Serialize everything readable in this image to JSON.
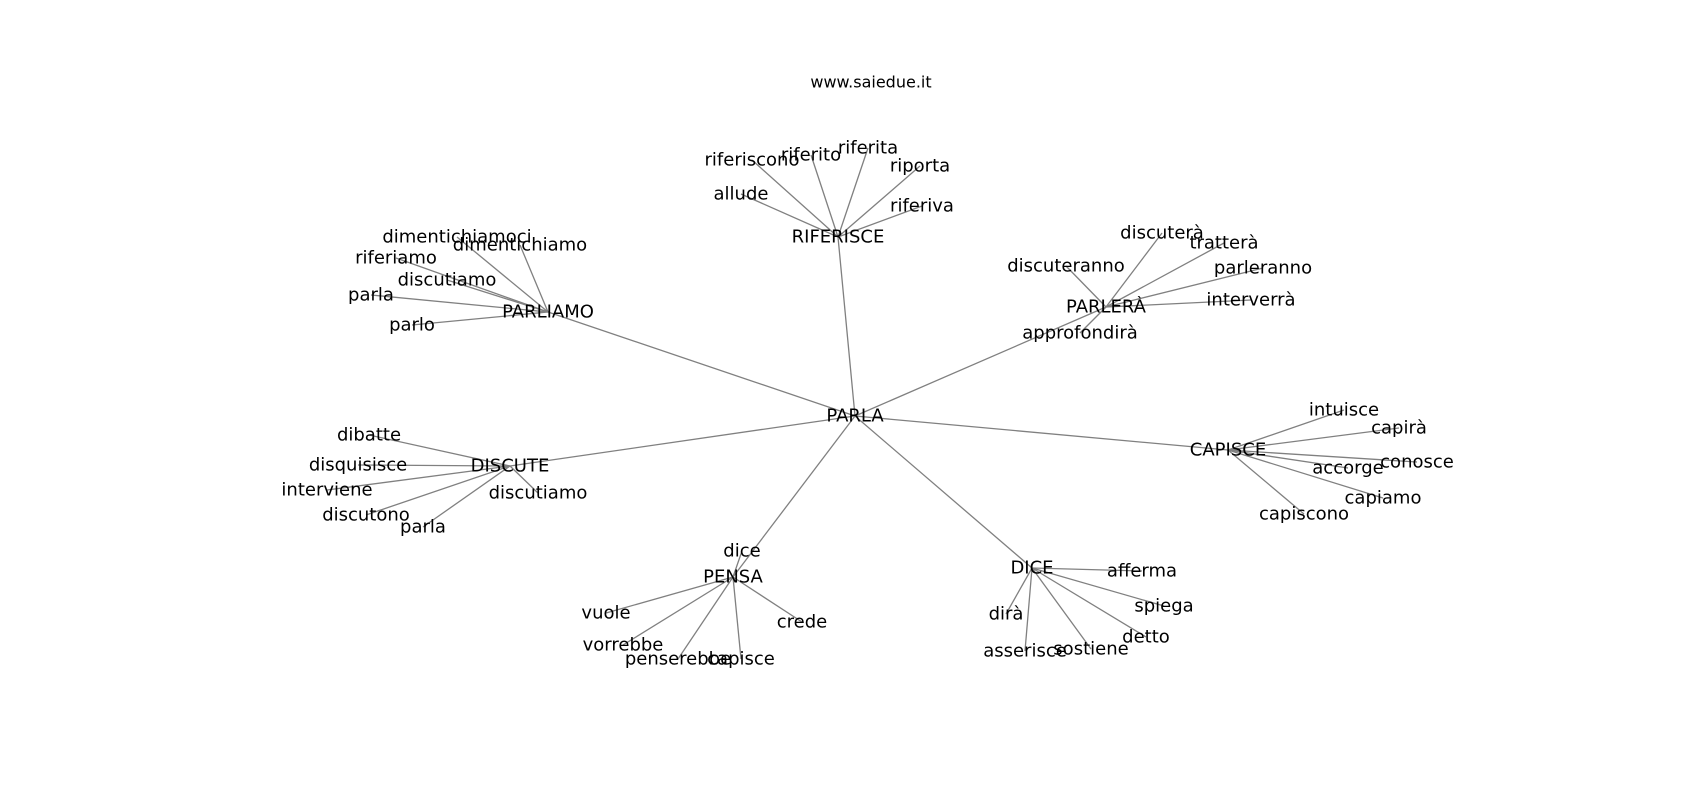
{
  "header": {
    "site_label": "www.saiedue.it"
  },
  "graph": {
    "edge_color": "#808080",
    "center": "PARLA",
    "clusters": [
      {
        "label": "PARLIAMO",
        "words": [
          "dimentichiamoci",
          "dimentichiamo",
          "riferiamo",
          "discutiamo",
          "parla",
          "parlo"
        ]
      },
      {
        "label": "RIFERISCE",
        "words": [
          "riferiscono",
          "riferito",
          "riferita",
          "riporta",
          "allude",
          "riferiva"
        ]
      },
      {
        "label": "PARLERÀ",
        "words": [
          "discuterà",
          "tratterà",
          "discuteranno",
          "parleranno",
          "interverrà",
          "approfondirà"
        ]
      },
      {
        "label": "CAPISCE",
        "words": [
          "intuisce",
          "capirà",
          "conosce",
          "accorge",
          "capiamo",
          "capiscono"
        ]
      },
      {
        "label": "DISCUTE",
        "words": [
          "dibatte",
          "disquisisce",
          "interviene",
          "discutono",
          "parla",
          "discutiamo"
        ]
      },
      {
        "label": "PENSA",
        "words": [
          "dice",
          "vuole",
          "crede",
          "vorrebbe",
          "penserebbe",
          "capisce"
        ]
      },
      {
        "label": "DICE",
        "words": [
          "afferma",
          "spiega",
          "dirà",
          "detto",
          "asserisce",
          "sostiene"
        ]
      }
    ]
  }
}
